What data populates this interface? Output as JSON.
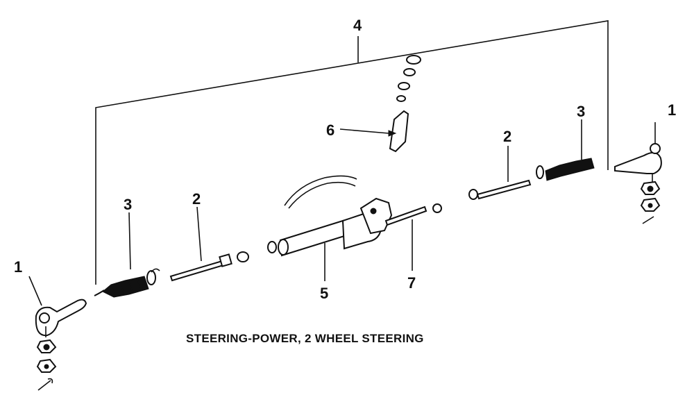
{
  "caption": "STEERING-POWER, 2 WHEEL STEERING",
  "callouts": {
    "tie_rod_end_left": "1",
    "tie_rod_end_right": "1",
    "inner_tie_rod_left": "2",
    "inner_tie_rod_right": "2",
    "boot_left": "3",
    "boot_right": "3",
    "rack_assembly_bracket": "4",
    "gear_housing": "5",
    "pinion_valve": "6",
    "rack_shaft": "7"
  },
  "colors": {
    "ink": "#111111",
    "paper": "#ffffff"
  }
}
